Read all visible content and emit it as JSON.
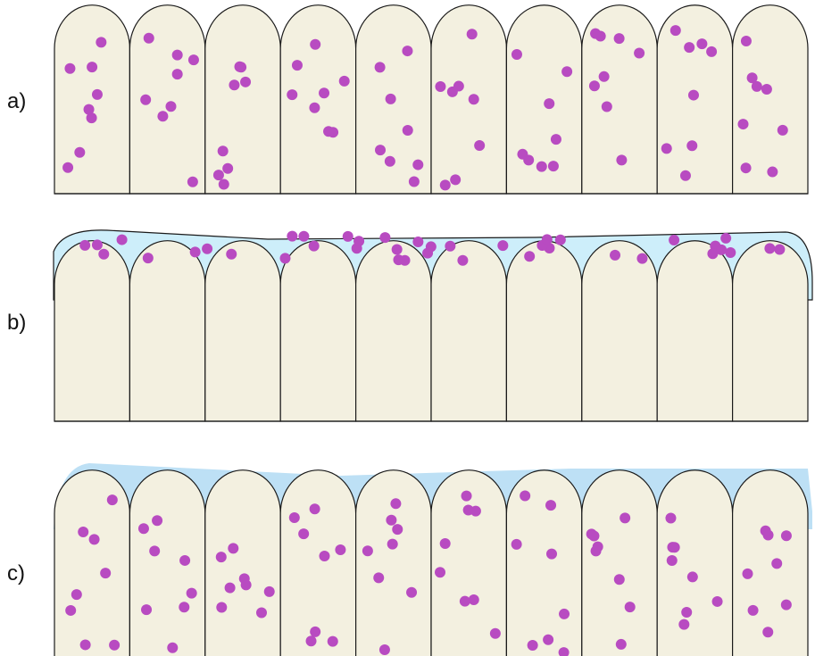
{
  "panels": [
    {
      "id": "a",
      "label": "a)",
      "layer": "none",
      "dots": "in-cells"
    },
    {
      "id": "b",
      "label": "b)",
      "layer": "thin",
      "dots": "in-layer"
    },
    {
      "id": "c",
      "label": "c)",
      "layer": "thick",
      "dots": "in-cells"
    }
  ],
  "cell_count": 10,
  "colors": {
    "cell_fill": "#f3f0e0",
    "cell_stroke": "#1a1a1a",
    "dot": "#b84bc1",
    "layer": "#cdeefa",
    "layer_thick": "#bde0f5"
  }
}
